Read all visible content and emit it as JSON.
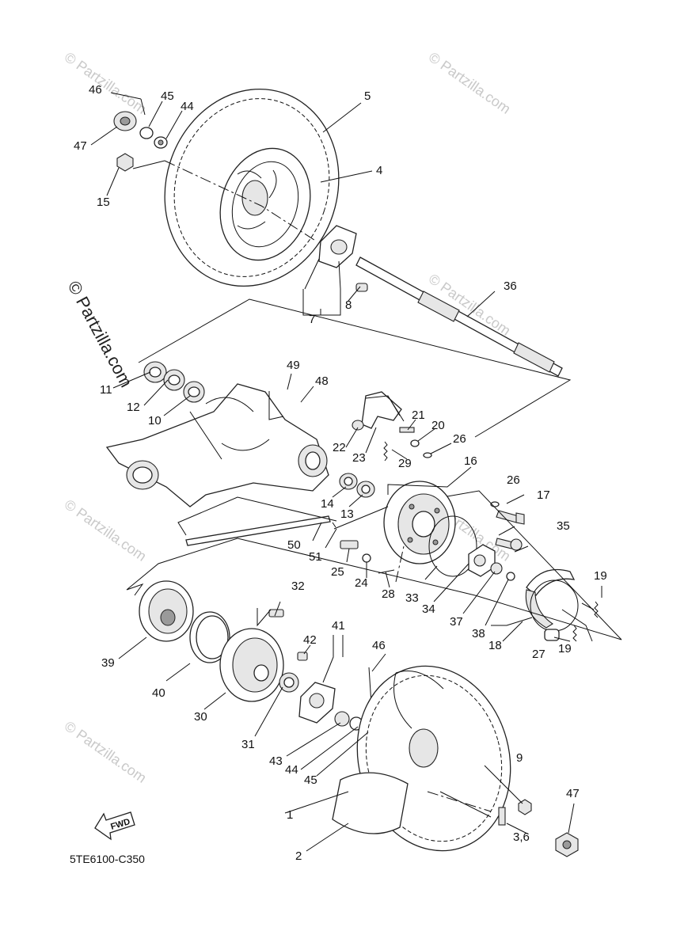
{
  "watermark": {
    "small": "© Partzilla.com",
    "large": "© Partzilla.com"
  },
  "diagram_code": "5TE6100-C350",
  "fwd_label": "FWD",
  "parts": [
    {
      "id": "p1",
      "label": "1"
    },
    {
      "id": "p2",
      "label": "2"
    },
    {
      "id": "p3-6",
      "label": "3,6"
    },
    {
      "id": "p4",
      "label": "4"
    },
    {
      "id": "p5",
      "label": "5"
    },
    {
      "id": "p7",
      "label": "7"
    },
    {
      "id": "p8",
      "label": "8"
    },
    {
      "id": "p9",
      "label": "9"
    },
    {
      "id": "p10",
      "label": "10"
    },
    {
      "id": "p11",
      "label": "11"
    },
    {
      "id": "p12",
      "label": "12"
    },
    {
      "id": "p13",
      "label": "13"
    },
    {
      "id": "p14",
      "label": "14"
    },
    {
      "id": "p15",
      "label": "15"
    },
    {
      "id": "p16",
      "label": "16"
    },
    {
      "id": "p17",
      "label": "17"
    },
    {
      "id": "p18",
      "label": "18"
    },
    {
      "id": "p19a",
      "label": "19"
    },
    {
      "id": "p19b",
      "label": "19"
    },
    {
      "id": "p20",
      "label": "20"
    },
    {
      "id": "p21",
      "label": "21"
    },
    {
      "id": "p22",
      "label": "22"
    },
    {
      "id": "p23",
      "label": "23"
    },
    {
      "id": "p24",
      "label": "24"
    },
    {
      "id": "p25",
      "label": "25"
    },
    {
      "id": "p26a",
      "label": "26"
    },
    {
      "id": "p26b",
      "label": "26"
    },
    {
      "id": "p27",
      "label": "27"
    },
    {
      "id": "p28",
      "label": "28"
    },
    {
      "id": "p29",
      "label": "29"
    },
    {
      "id": "p30",
      "label": "30"
    },
    {
      "id": "p31",
      "label": "31"
    },
    {
      "id": "p32",
      "label": "32"
    },
    {
      "id": "p33",
      "label": "33"
    },
    {
      "id": "p34",
      "label": "34"
    },
    {
      "id": "p35",
      "label": "35"
    },
    {
      "id": "p36",
      "label": "36"
    },
    {
      "id": "p37",
      "label": "37"
    },
    {
      "id": "p38",
      "label": "38"
    },
    {
      "id": "p39",
      "label": "39"
    },
    {
      "id": "p40",
      "label": "40"
    },
    {
      "id": "p41",
      "label": "41"
    },
    {
      "id": "p42",
      "label": "42"
    },
    {
      "id": "p43",
      "label": "43"
    },
    {
      "id": "p44a",
      "label": "44"
    },
    {
      "id": "p44b",
      "label": "44"
    },
    {
      "id": "p45a",
      "label": "45"
    },
    {
      "id": "p45b",
      "label": "45"
    },
    {
      "id": "p46a",
      "label": "46"
    },
    {
      "id": "p46b",
      "label": "46"
    },
    {
      "id": "p47a",
      "label": "47"
    },
    {
      "id": "p47b",
      "label": "47"
    },
    {
      "id": "p48",
      "label": "48"
    },
    {
      "id": "p49",
      "label": "49"
    },
    {
      "id": "p50",
      "label": "50"
    },
    {
      "id": "p51",
      "label": "51"
    }
  ]
}
